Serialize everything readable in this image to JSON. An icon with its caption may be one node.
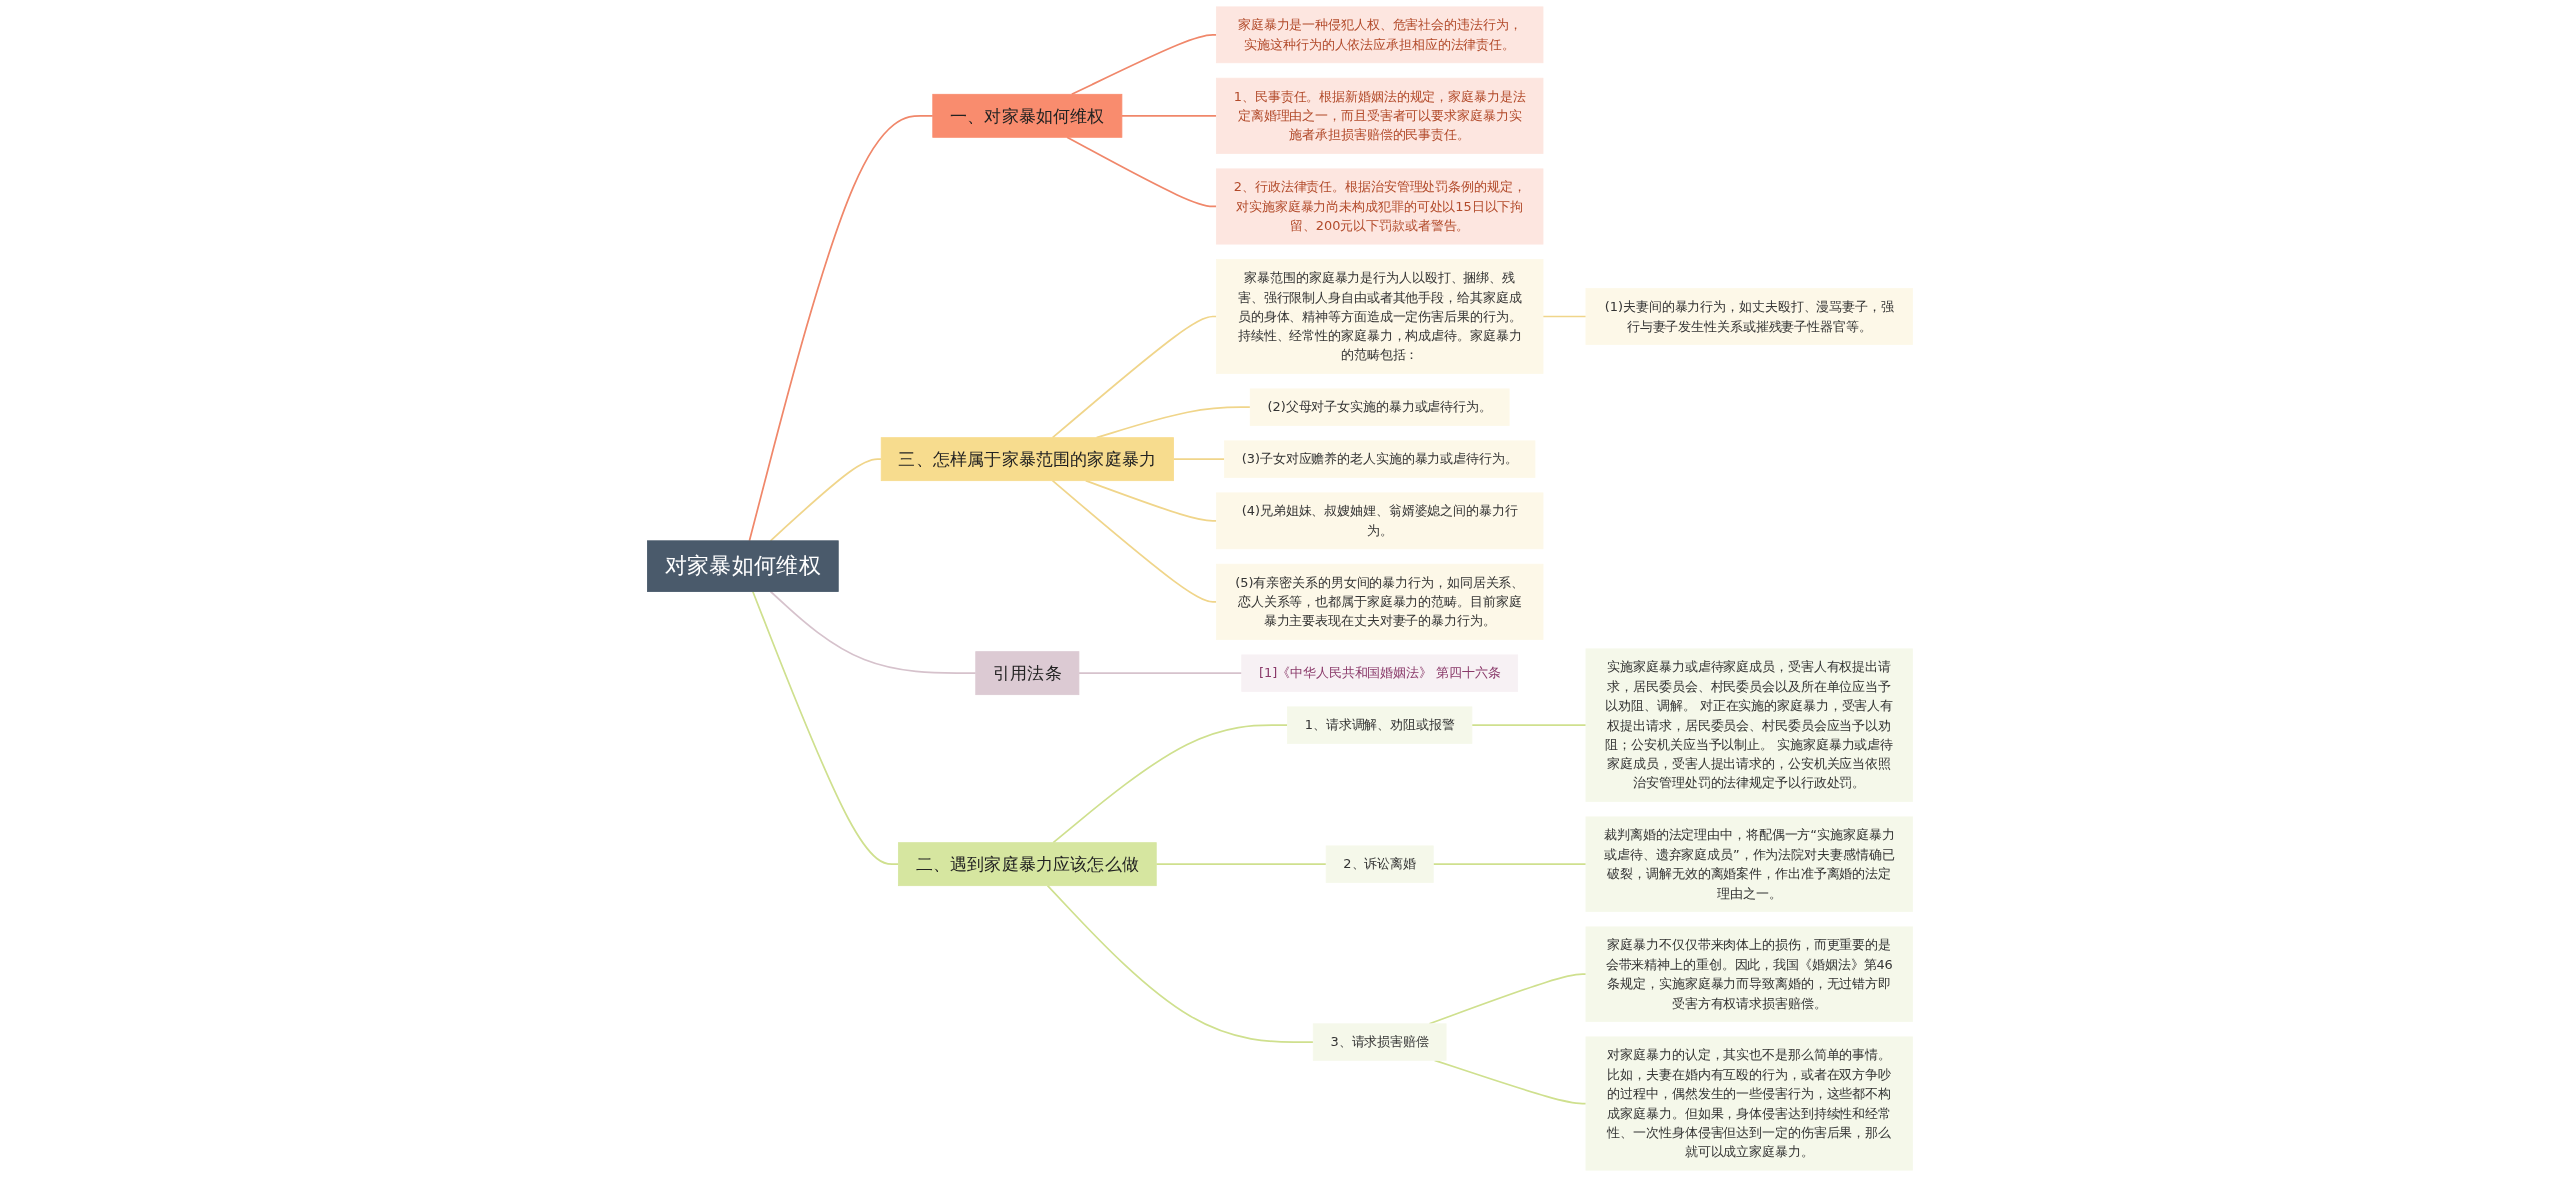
{
  "diagram": {
    "nodes": [
      {
        "text": [
          "对家暴如何维权"
        ]
      },
      {
        "text": [
          "一、对家暴如何维权"
        ]
      },
      {
        "text": [
          "家庭暴力是一种侵犯人权、危害社会的违法行为，实施这种行为的人依法应承担相应的法律责任。"
        ]
      },
      {
        "text": [
          "1、民事责任。根据新婚姻法的规定，家庭暴力是法定离婚理由之一，而且受害者可以要求家庭暴力实施者承担损害赔偿的民事责任。"
        ]
      },
      {
        "text": [
          "2、行政法律责任。根据治安管理处罚条例的规定，对实施家庭暴力尚未构成犯罪的可处以15日以下拘留、200元以下罚款或者警告。"
        ]
      },
      {
        "text": [
          "三、怎样属于家暴范围的家庭暴力"
        ]
      },
      {
        "text": [
          "家暴范围的家庭暴力是行为人以殴打、捆绑、残害、强行限制人身自由或者其他手段，给其家庭成员的身体、精神等方面造成一定伤害后果的行为。持续性、经常性的家庭暴力，构成虐待。家庭暴力的范畴包括："
        ]
      },
      {
        "text": [
          "(1)夫妻间的暴力行为，如丈夫殴打、漫骂妻子，强行与妻子发生性关系或摧残妻子性器官等。"
        ]
      },
      {
        "text": [
          "(2)父母对子女实施的暴力或虐待行为。"
        ]
      },
      {
        "text": [
          "(3)子女对应赡养的老人实施的暴力或虐待行为。"
        ]
      },
      {
        "text": [
          "(4)兄弟姐妹、叔嫂妯娌、翁婿婆媳之间的暴力行为。"
        ]
      },
      {
        "text": [
          "(5)有亲密关系的男女间的暴力行为，如同居关系、恋人关系等，也都属于家庭暴力的范畴。目前家庭暴力主要表现在丈夫对妻子的暴力行为。"
        ]
      },
      {
        "text": [
          "二、遇到家庭暴力应该怎么做"
        ]
      },
      {
        "text": [
          "1、请求调解、劝阻或报警"
        ]
      },
      {
        "text": [
          "实施家庭暴力或虐待家庭成员，受害人有权提出请求，居民委员会、村民委员会以及所在单位应当予以劝阻、调解。 对正在实施的家庭暴力，受害人有权提出请求，居民委员会、村民委员会应当予以劝阻；公安机关应当予以制止。 实施家庭暴力或虐待家庭成员，受害人提出请求的，公安机关应当依照治安管理处罚的法律规定予以行政处罚。"
        ]
      },
      {
        "text": [
          "2、诉讼离婚"
        ]
      },
      {
        "text": [
          "裁判离婚的法定理由中，将配偶一方“实施家庭暴力或虐待、遗弃家庭成员”，作为法院对夫妻感情确已破裂，调解无效的离婚案件，作出准予离婚的法定理由之一。"
        ]
      },
      {
        "text": [
          "3、请求损害赔偿"
        ]
      },
      {
        "text": [
          "家庭暴力不仅仅带来肉体上的损伤，而更重要的是会带来精神上的重创。因此，我国《婚姻法》第46条规定，实施家庭暴力而导致离婚的，无过错方即受害方有权请求损害赔偿。"
        ]
      },
      {
        "text": [
          "对家庭暴力的认定，其实也不是那么简单的事情。比如，夫妻在婚内有互殴的行为，或者在双方争吵的过程中，偶然发生的一些侵害行为，这些都不构成家庭暴力。但如果，身体侵害达到持续性和经常性、一次性身体侵害但达到一定的伤害后果，那么就可以成立家庭暴力。"
        ]
      },
      {
        "text": [
          "引用法条"
        ]
      },
      {
        "text": [
          "[1]《中华人民共和国婚姻法》 第四十六条"
        ]
      }
    ],
    "edges": [
      {
        "from": 0,
        "to": 1,
        "arrow": "none",
        "color": "#f0876a"
      },
      {
        "from": 1,
        "to": 2,
        "arrow": "none",
        "color": "#f0876a"
      },
      {
        "from": 1,
        "to": 3,
        "arrow": "none",
        "color": "#f0876a"
      },
      {
        "from": 1,
        "to": 4,
        "arrow": "none",
        "color": "#f0876a"
      },
      {
        "from": 0,
        "to": 5,
        "arrow": "none",
        "color": "#f0d58a"
      },
      {
        "from": 5,
        "to": 6,
        "arrow": "none",
        "color": "#f0d58a"
      },
      {
        "from": 6,
        "to": 7,
        "arrow": "none",
        "color": "#f0d58a"
      },
      {
        "from": 5,
        "to": 8,
        "arrow": "none",
        "color": "#f0d58a"
      },
      {
        "from": 5,
        "to": 9,
        "arrow": "none",
        "color": "#f0d58a"
      },
      {
        "from": 5,
        "to": 10,
        "arrow": "none",
        "color": "#f0d58a"
      },
      {
        "from": 5,
        "to": 11,
        "arrow": "none",
        "color": "#f0d58a"
      },
      {
        "from": 0,
        "to": 12,
        "arrow": "none"
      },
      {
        "from": 12,
        "to": 13,
        "arrow": "none"
      },
      {
        "from": 13,
        "to": 14,
        "arrow": "none"
      },
      {
        "from": 12,
        "to": 15,
        "arrow": "none"
      },
      {
        "from": 15,
        "to": 16,
        "arrow": "none"
      },
      {
        "from": 12,
        "to": 17,
        "arrow": "none"
      },
      {
        "from": 17,
        "to": 18,
        "arrow": "none"
      },
      {
        "from": 17,
        "to": 19,
        "arrow": "none"
      },
      {
        "from": 0,
        "to": 20,
        "arrow": "none",
        "color": "#d6c2cc"
      },
      {
        "from": 20,
        "to": 21,
        "arrow": "none",
        "color": "#d6c2cc"
      }
    ]
  }
}
